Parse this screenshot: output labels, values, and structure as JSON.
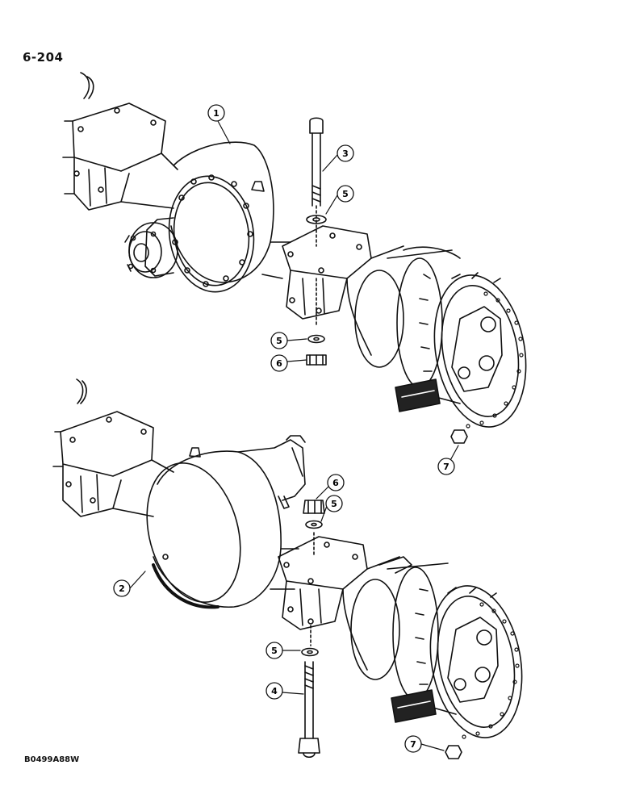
{
  "page_number": "6-204",
  "figure_code": "B0499A88W",
  "callouts": [
    "1",
    "2",
    "3",
    "4",
    "5",
    "5",
    "5",
    "5",
    "6",
    "6",
    "7",
    "7"
  ]
}
